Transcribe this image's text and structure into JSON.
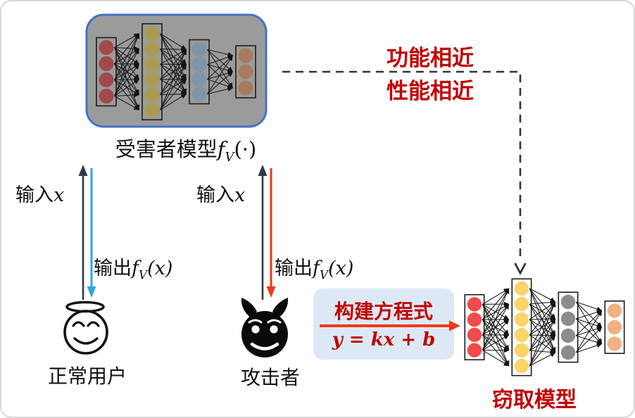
{
  "victim": {
    "label_prefix": "受害者模型",
    "f": "f",
    "sub": "V",
    "args": "(·)"
  },
  "connector": {
    "line1": "功能相近",
    "line2": "性能相近"
  },
  "io": {
    "input_prefix": "输入",
    "input_var": "x",
    "output_prefix": "输出",
    "output_f": "f",
    "output_sub": "V",
    "output_args": "(x)"
  },
  "users": {
    "normal": "正常用户",
    "attacker": "攻击者"
  },
  "equation": {
    "title": "构建方程式",
    "formula": "y = kx + b"
  },
  "stolen": {
    "label": "窃取模型"
  },
  "colors": {
    "red_text": "#c00000",
    "blue_arrow": "#29a8e0",
    "red_arrow": "#f23617",
    "dark_arrow": "#323845",
    "dash": "#333333",
    "victim_bg": "#9b9b9b",
    "victim_border": "#4472c4",
    "eq_box_bg": "#dce9f5"
  },
  "victim_network": {
    "layers": [
      {
        "nodes": 4,
        "color": "#a04a4a"
      },
      {
        "nodes": 6,
        "color": "#ab9b52"
      },
      {
        "nodes": 4,
        "color": "#7e95aa"
      },
      {
        "nodes": 3,
        "color": "#a87a5e"
      }
    ]
  },
  "stolen_network": {
    "layers": [
      {
        "nodes": 4,
        "color": "#f24b4b"
      },
      {
        "nodes": 6,
        "color": "#fbd469"
      },
      {
        "nodes": 4,
        "color": "#8c8c8c"
      },
      {
        "nodes": 3,
        "color": "#f3b183"
      }
    ]
  }
}
